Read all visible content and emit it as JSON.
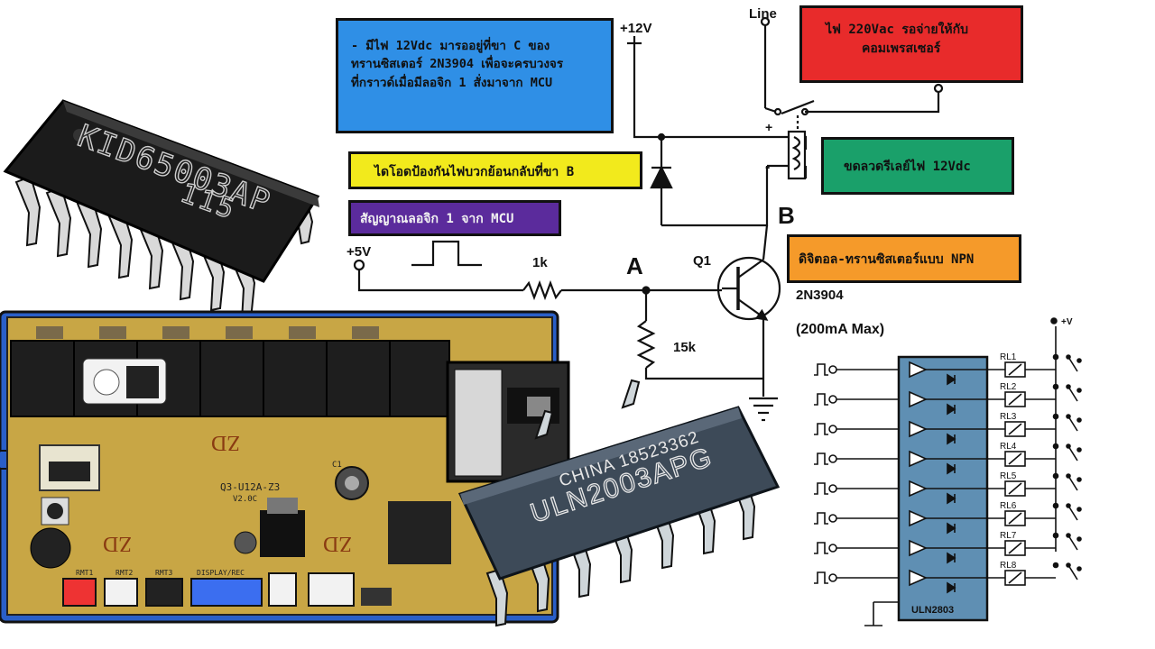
{
  "annotations": {
    "blue_note": [
      "- มีไฟ 12Vdc มารออยู่ที่ขา C ของ",
      "ทรานซิสเตอร์ 2N3904 เพื่อจะครบวงจร",
      "ที่กราวด์เมื่อมีลอจิก 1 สั่งมาจาก MCU"
    ],
    "red_note": [
      "ไฟ 220Vac รอจ่ายให้กับ",
      "คอมเพรสเซอร์"
    ],
    "yellow_note": "ไดโอดป้องกันไฟบวกย้อนกลับที่ขา B",
    "purple_note": "สัญญาณลอจิก 1 จาก MCU",
    "green_note": "ขดลวดรีเลย์ไฟ 12Vdc",
    "orange_note": "ดิจิตอล-ทรานซิสเตอร์แบบ NPN"
  },
  "colors": {
    "blue": "#2f8fe6",
    "red": "#e82b2b",
    "yellow": "#f2ea1c",
    "purple": "#5b2b9c",
    "green": "#1aa06a",
    "orange": "#f59a2a"
  },
  "schematic": {
    "plus12": "+12V",
    "line": "Line",
    "plus5": "+5V",
    "r1": "1k",
    "r2": "15k",
    "node_a": "A",
    "node_b": "B",
    "q1": "Q1",
    "part": "2N3904",
    "max": "(200mA Max)",
    "coil_plus": "+",
    "coil_minus": "-"
  },
  "chips": {
    "kid": [
      "KID65003AP",
      "115"
    ],
    "uln": [
      "CHINA 18523362",
      "ULN2003APG"
    ]
  },
  "board": {
    "zd": "ZD",
    "model": "Q3-U12A-Z3",
    "version": "V2.0C",
    "cap": "C1",
    "ports": [
      "RMT1",
      "RMT2",
      "RMT3",
      "DISPLAY/REC"
    ]
  },
  "uln_diagram": {
    "supply": "+V",
    "chip": "ULN2803",
    "relays": [
      "RL1",
      "RL2",
      "RL3",
      "RL4",
      "RL5",
      "RL6",
      "RL7",
      "RL8"
    ]
  }
}
